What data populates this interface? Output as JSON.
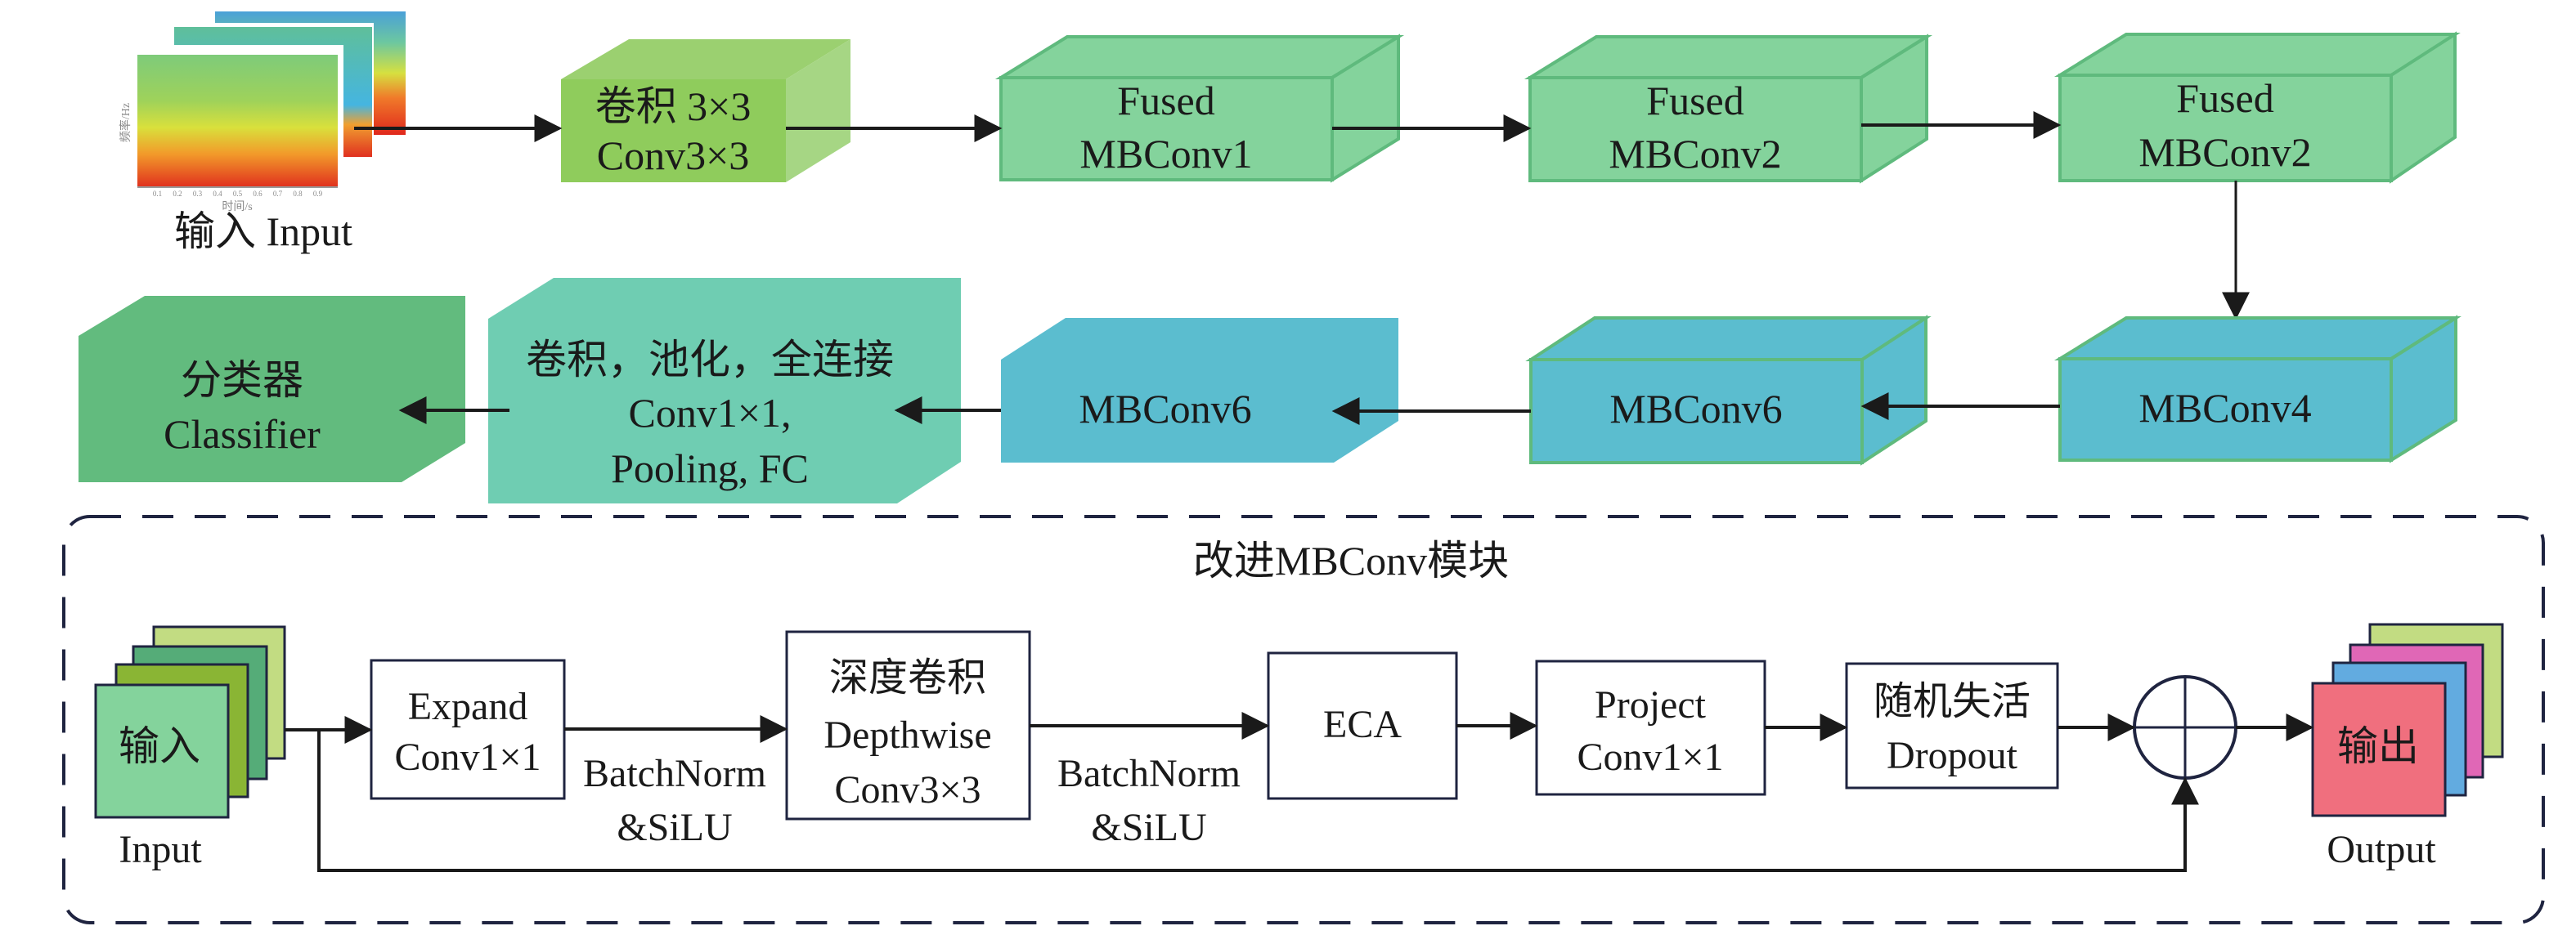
{
  "colors": {
    "fused_green": "#84d39c",
    "fused_edge": "#5fba7d",
    "conv_front": "#8fcc5c",
    "conv_top": "#9bd070",
    "conv_side": "#a6d684",
    "mb_blue": "#5bbdcf",
    "pooling_teal": "#6fcdb2",
    "classifier_green": "#62bb7e",
    "line": "#1a1a1a",
    "dash": "#1f2440",
    "input_layers": [
      "#84d39c",
      "#8ab534",
      "#55ac78",
      "#c2dc82"
    ],
    "output_layers": [
      "#f06f7e",
      "#62abe0",
      "#e067b6",
      "#c2dc82"
    ]
  },
  "input": {
    "label": "输入 Input",
    "spectrogram": {
      "xlabel": "时间/s",
      "ylabel": "频率/Hz",
      "xticks": [
        "0.1",
        "0.2",
        "0.3",
        "0.4",
        "0.5",
        "0.6",
        "0.7",
        "0.8",
        "0.9"
      ]
    }
  },
  "top_row": [
    {
      "id": "conv3x3",
      "lines": [
        "卷积 3×3",
        "Conv3×3"
      ]
    },
    {
      "id": "fused1",
      "lines": [
        "Fused",
        "MBConv1"
      ]
    },
    {
      "id": "fused2a",
      "lines": [
        "Fused",
        "MBConv2"
      ]
    },
    {
      "id": "fused2b",
      "lines": [
        "Fused",
        "MBConv2"
      ]
    }
  ],
  "middle_row": [
    {
      "id": "mbconv4",
      "lines": [
        "MBConv4"
      ]
    },
    {
      "id": "mbconv6b",
      "lines": [
        "MBConv6"
      ]
    },
    {
      "id": "mbconv6a",
      "lines": [
        "MBConv6"
      ]
    },
    {
      "id": "pooling",
      "lines": [
        "卷积，池化，全连接",
        "Conv1×1,",
        "Pooling, FC"
      ]
    },
    {
      "id": "classifier",
      "lines": [
        "分类器",
        "Classifier"
      ]
    }
  ],
  "module": {
    "title": "改进MBConv模块",
    "input_stack_label": "输入",
    "input_caption": "Input",
    "output_stack_label": "输出",
    "output_caption": "Output",
    "blocks": [
      {
        "id": "expand",
        "lines": [
          "Expand",
          "Conv1×1"
        ]
      },
      {
        "id": "depthwise",
        "lines": [
          "深度卷积",
          "Depthwise",
          "Conv3×3"
        ]
      },
      {
        "id": "eca",
        "lines": [
          "ECA"
        ]
      },
      {
        "id": "project",
        "lines": [
          "Project",
          "Conv1×1"
        ]
      },
      {
        "id": "dropout",
        "lines": [
          "随机失活",
          "Dropout"
        ]
      }
    ],
    "edge_labels": [
      {
        "id": "bn1",
        "lines": [
          "BatchNorm",
          "&SiLU"
        ]
      },
      {
        "id": "bn2",
        "lines": [
          "BatchNorm",
          "&SiLU"
        ]
      }
    ],
    "sum_symbol": "add"
  }
}
